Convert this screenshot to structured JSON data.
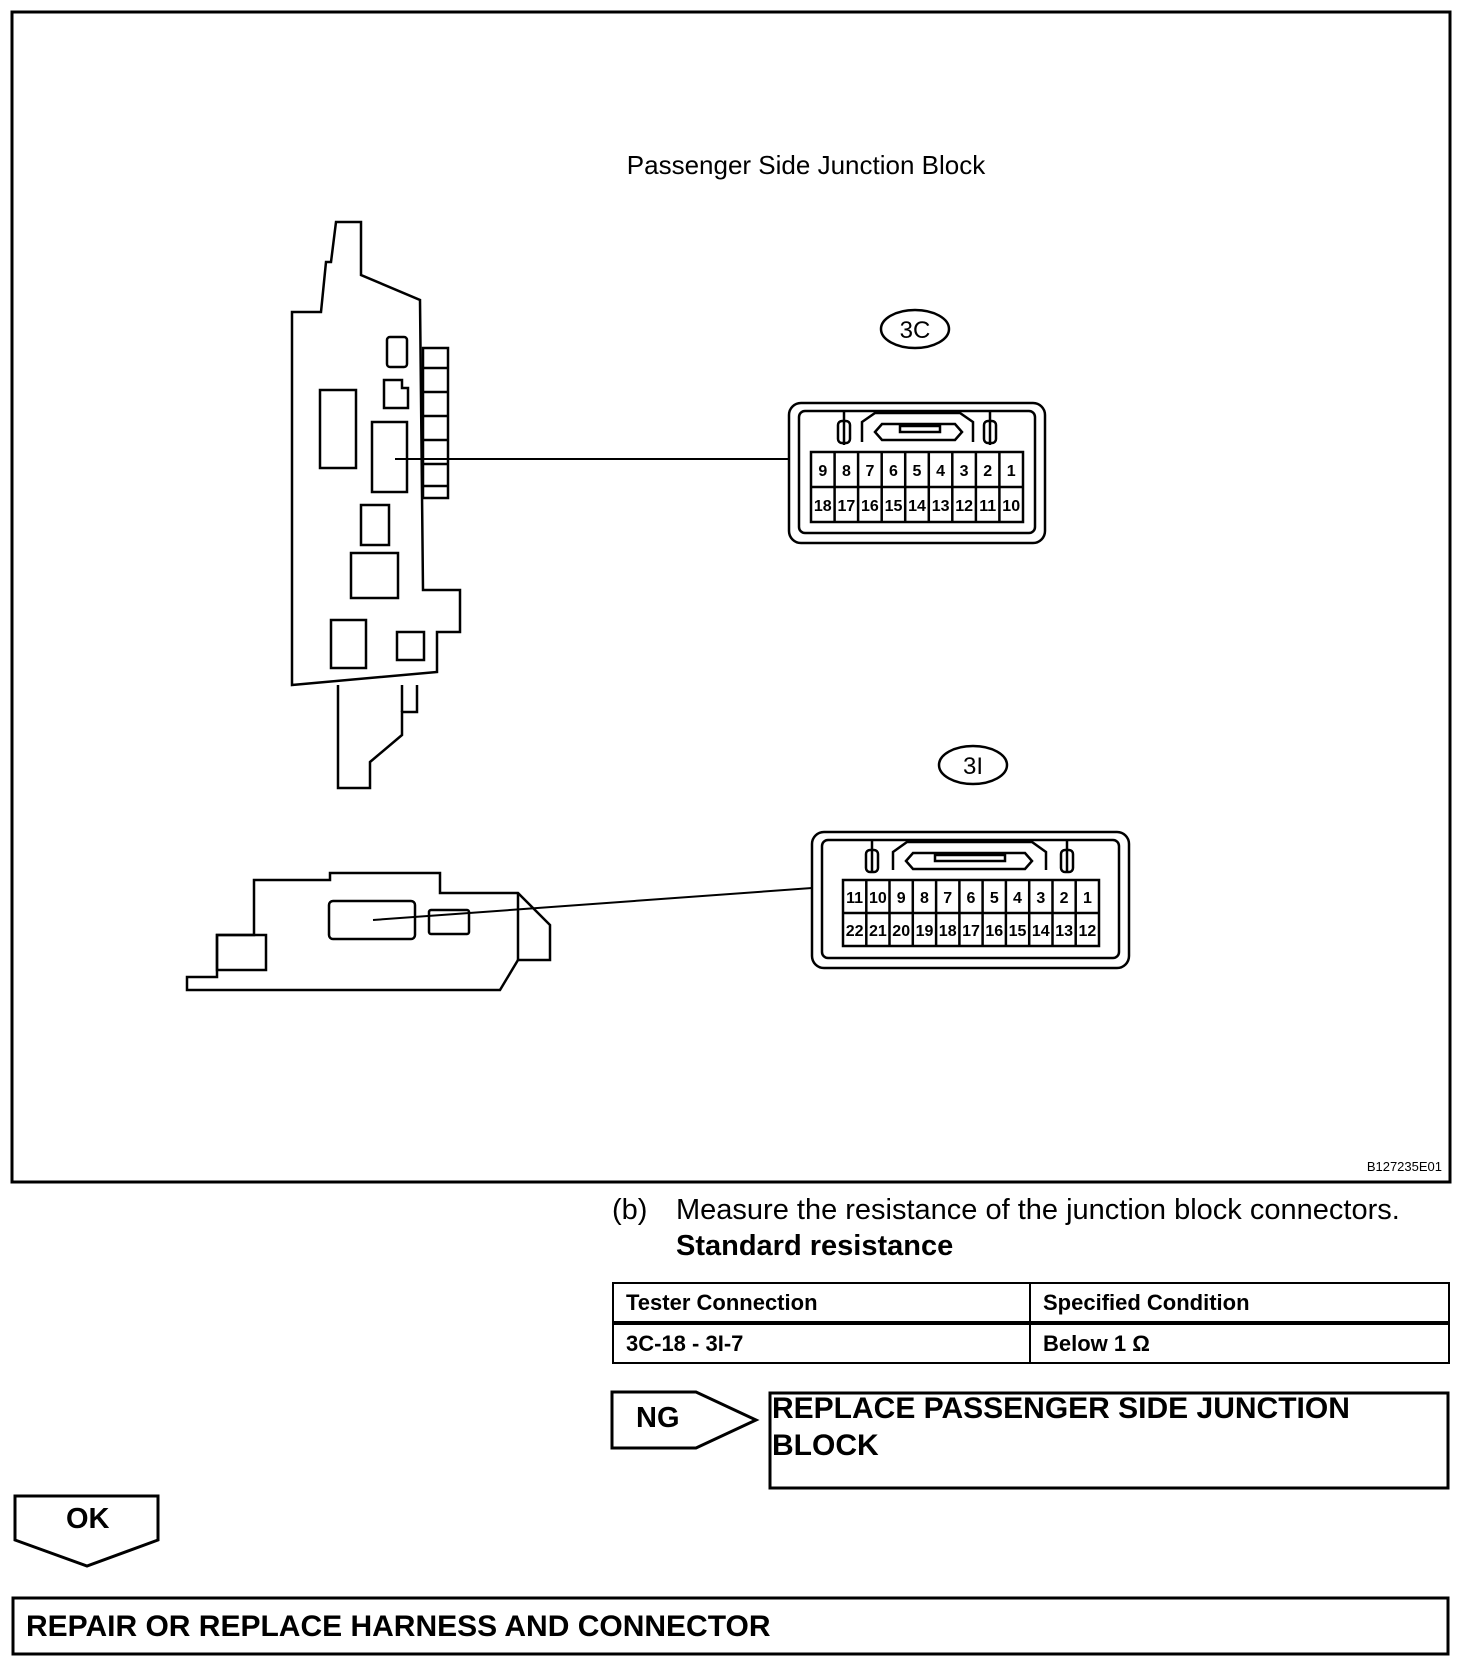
{
  "figure": {
    "title": "Passenger Side Junction Block",
    "figure_id": "B127235E01",
    "connector_3c": {
      "label": "3C",
      "top_row": [
        "9",
        "8",
        "7",
        "6",
        "5",
        "4",
        "3",
        "2",
        "1"
      ],
      "bottom_row": [
        "18",
        "17",
        "16",
        "15",
        "14",
        "13",
        "12",
        "11",
        "10"
      ]
    },
    "connector_3i": {
      "label": "3I",
      "top_row": [
        "11",
        "10",
        "9",
        "8",
        "7",
        "6",
        "5",
        "4",
        "3",
        "2",
        "1"
      ],
      "bottom_row": [
        "22",
        "21",
        "20",
        "19",
        "18",
        "17",
        "16",
        "15",
        "14",
        "13",
        "12"
      ]
    }
  },
  "instruction": {
    "step": "(b)",
    "text": "Measure the resistance of the junction block connectors.",
    "subheading": "Standard resistance"
  },
  "table": {
    "headers": [
      "Tester Connection",
      "Specified Condition"
    ],
    "rows": [
      [
        "3C-18 - 3I-7",
        "Below 1 Ω"
      ]
    ]
  },
  "ng_branch": {
    "label": "NG",
    "result": "REPLACE PASSENGER SIDE JUNCTION BLOCK"
  },
  "ok_branch": {
    "label": "OK",
    "result": "REPAIR OR REPLACE HARNESS AND CONNECTOR"
  }
}
